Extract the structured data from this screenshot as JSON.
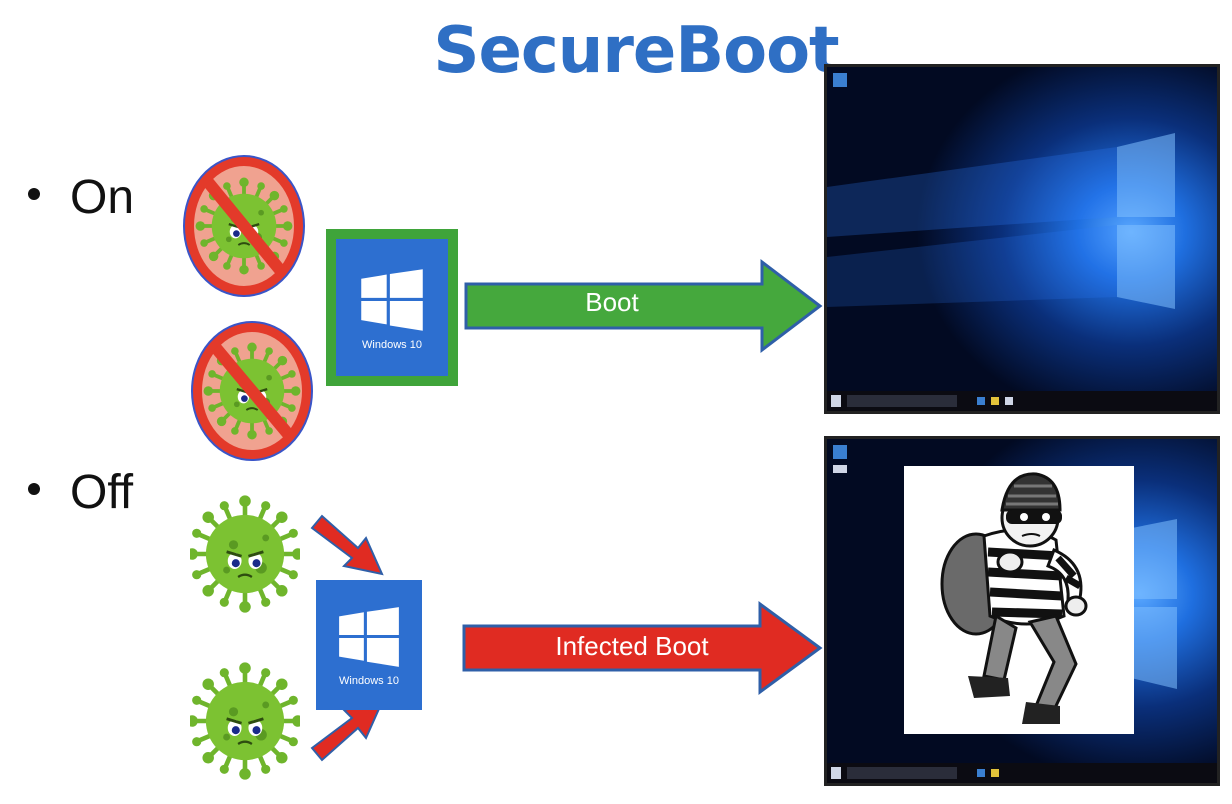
{
  "title": "SecureBoot",
  "bullets": {
    "on": "On",
    "off": "Off"
  },
  "windows_logo_label": "Windows 10",
  "arrows": {
    "on_label": "Boot",
    "off_label": "Infected Boot"
  },
  "colors": {
    "title": "#2f6fc4",
    "windows_tile": "#2d6fd0",
    "secure_frame": "#3fa43a",
    "boot_arrow": "#45a83d",
    "infected_arrow": "#e02b22",
    "virus": "#7cc232",
    "prohibit": "#e33a2a"
  },
  "icons": [
    "virus-icon",
    "prohibited-icon",
    "windows-logo-icon",
    "burglar-icon",
    "windows-desktop-screenshot"
  ]
}
